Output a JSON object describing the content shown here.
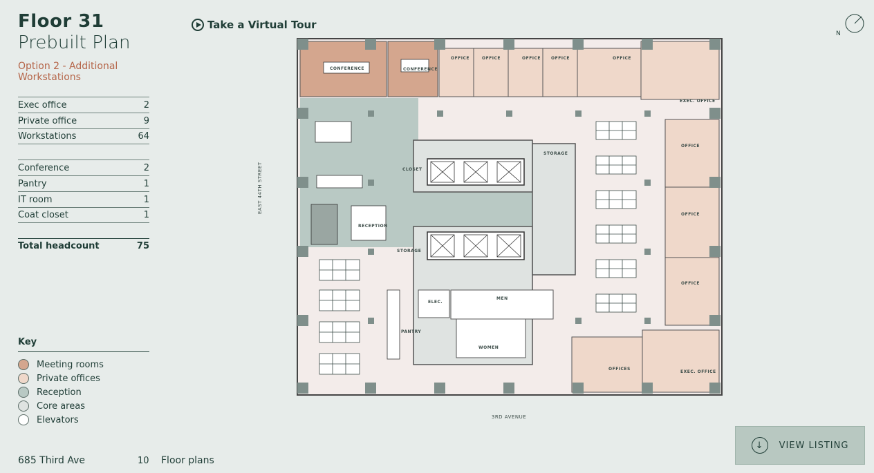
{
  "header": {
    "title": "Floor 31",
    "subtitle": "Prebuilt Plan",
    "option": "Option 2 - Additional Workstations"
  },
  "stats_group1": [
    {
      "label": "Exec office",
      "value": "2"
    },
    {
      "label": "Private office",
      "value": "9"
    },
    {
      "label": "Workstations",
      "value": "64"
    }
  ],
  "stats_group2": [
    {
      "label": "Conference",
      "value": "2"
    },
    {
      "label": "Pantry",
      "value": "1"
    },
    {
      "label": "IT room",
      "value": "1"
    },
    {
      "label": "Coat closet",
      "value": "1"
    }
  ],
  "total": {
    "label": "Total headcount",
    "value": "75"
  },
  "key": {
    "title": "Key",
    "items": [
      {
        "label": "Meeting rooms",
        "color": "#d4a68e"
      },
      {
        "label": "Private offices",
        "color": "#efd8ca"
      },
      {
        "label": "Reception",
        "color": "#b9c9c4"
      },
      {
        "label": "Core areas",
        "color": "#dfe3e1"
      },
      {
        "label": "Elevators",
        "color": "#ffffff"
      }
    ]
  },
  "footer": {
    "address": "685 Third Ave",
    "floor_plan_count": "10",
    "floor_plans_label": "Floor plans"
  },
  "tour_label": "Take a Virtual Tour",
  "compass_label": "N",
  "view_listing_label": "VIEW LISTING",
  "plan": {
    "street_left": "EAST 44TH STREET",
    "street_bottom": "3RD AVENUE",
    "rooms": {
      "conference1": "CONFERENCE",
      "conference2": "CONFERENCE",
      "office": "OFFICE",
      "exec_office": "EXEC. OFFICE",
      "closet": "CLOSET",
      "storage": "STORAGE",
      "reception": "RECEPTION",
      "elec": "ELEC.",
      "men": "MEN",
      "women": "WOMEN",
      "pantry": "PANTRY",
      "offices": "OFFICES"
    }
  }
}
